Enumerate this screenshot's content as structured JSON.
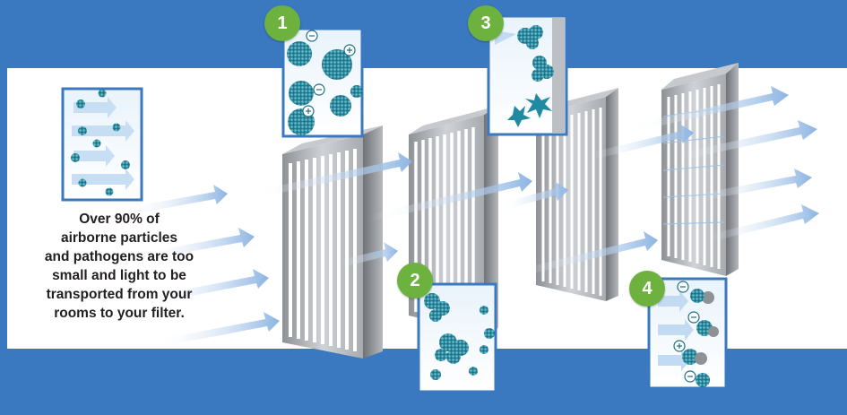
{
  "caption": {
    "text": "Over 90% of\nairborne particles\nand pathogens are too\nsmall and light to be\ntransported from your\nrooms to your filter."
  },
  "steps": [
    {
      "number": "1",
      "icon": "ionized-particles-icon"
    },
    {
      "number": "2",
      "icon": "clumping-particles-icon"
    },
    {
      "number": "3",
      "icon": "agglomerated-particles-icon"
    },
    {
      "number": "4",
      "icon": "charged-clusters-icon"
    }
  ],
  "colors": {
    "background": "#3a78c0",
    "band": "#ffffff",
    "badge": "#6db23f",
    "arrow": "#8cb4e2",
    "frame": "#3a78c0",
    "particle": "#2a9bb0"
  }
}
